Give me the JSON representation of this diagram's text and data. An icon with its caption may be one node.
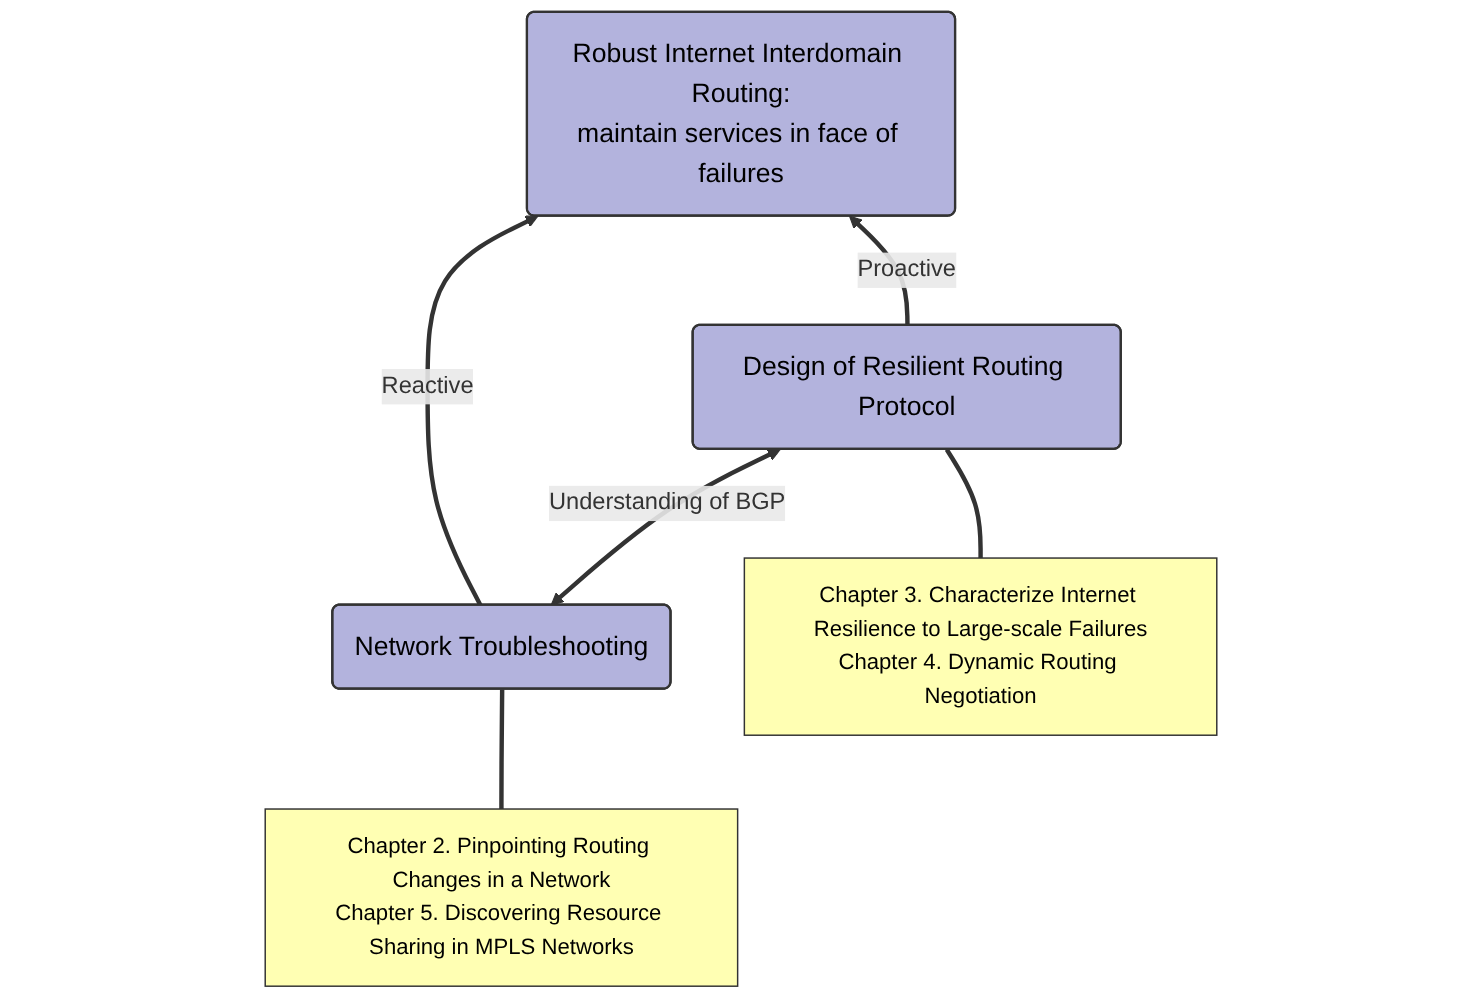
{
  "diagram": {
    "nodes": [
      {
        "text": [
          "Robust Internet Interdomain Routing:",
          "maintain services in face of failures"
        ]
      },
      {
        "text": [
          "Network Troubleshooting"
        ]
      },
      {
        "text": [
          "Design of Resilient Routing Protocol"
        ]
      },
      {
        "text": [
          "Chapter 2. Pinpointing Routing Changes in a Network",
          "Chapter 5. Discovering Resource Sharing in MPLS Networks"
        ]
      },
      {
        "text": [
          "Chapter 3. Characterize Internet Resilience to Large-scale Failures",
          "Chapter 4. Dynamic Routing Negotiation"
        ]
      }
    ],
    "edges": [
      {
        "from": 1,
        "to": 0,
        "arrow": "to",
        "label": "Reactive"
      },
      {
        "from": 2,
        "to": 0,
        "arrow": "to",
        "label": "Proactive"
      },
      {
        "from": 1,
        "to": 2,
        "arrow": "both",
        "label": "Understanding of BGP"
      },
      {
        "from": 3,
        "to": 1,
        "arrow": "none"
      },
      {
        "from": 4,
        "to": 2,
        "arrow": "none"
      }
    ]
  }
}
